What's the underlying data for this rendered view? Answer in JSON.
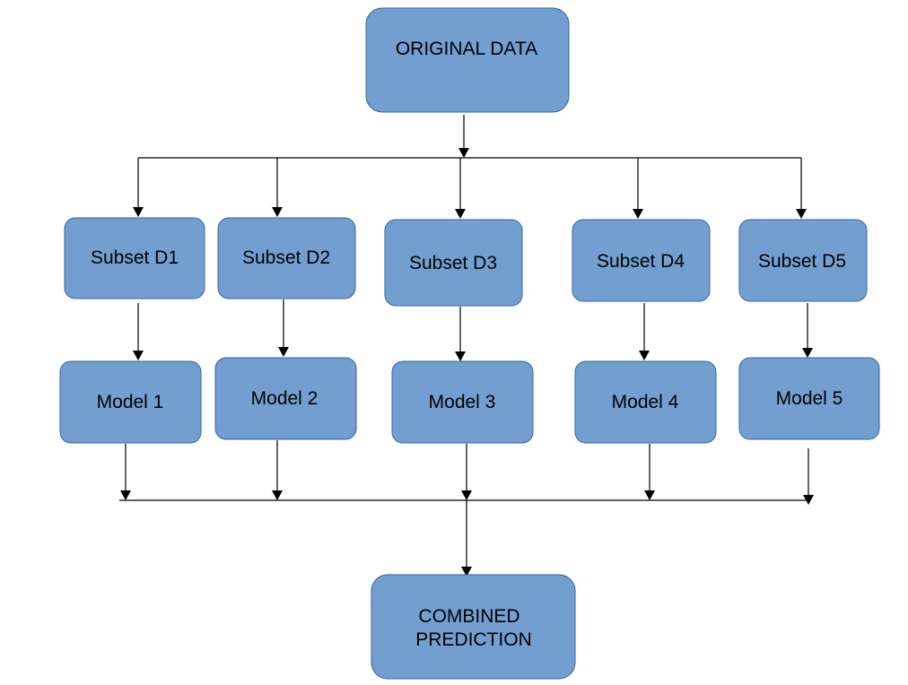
{
  "diagram": {
    "root": {
      "label": "ORIGINAL DATA"
    },
    "subsets": [
      {
        "label": "Subset D1"
      },
      {
        "label": "Subset D2"
      },
      {
        "label": "Subset D3"
      },
      {
        "label": "Subset D4"
      },
      {
        "label": "Subset D5"
      }
    ],
    "models": [
      {
        "label": "Model 1"
      },
      {
        "label": "Model 2"
      },
      {
        "label": "Model 3"
      },
      {
        "label": "Model 4"
      },
      {
        "label": "Model 5"
      }
    ],
    "output": {
      "label_line1": "COMBINED",
      "label_line2": "PREDICTION"
    },
    "colors": {
      "node_fill": "#729fcf",
      "node_stroke": "#3465a4",
      "line": "#000000"
    }
  }
}
